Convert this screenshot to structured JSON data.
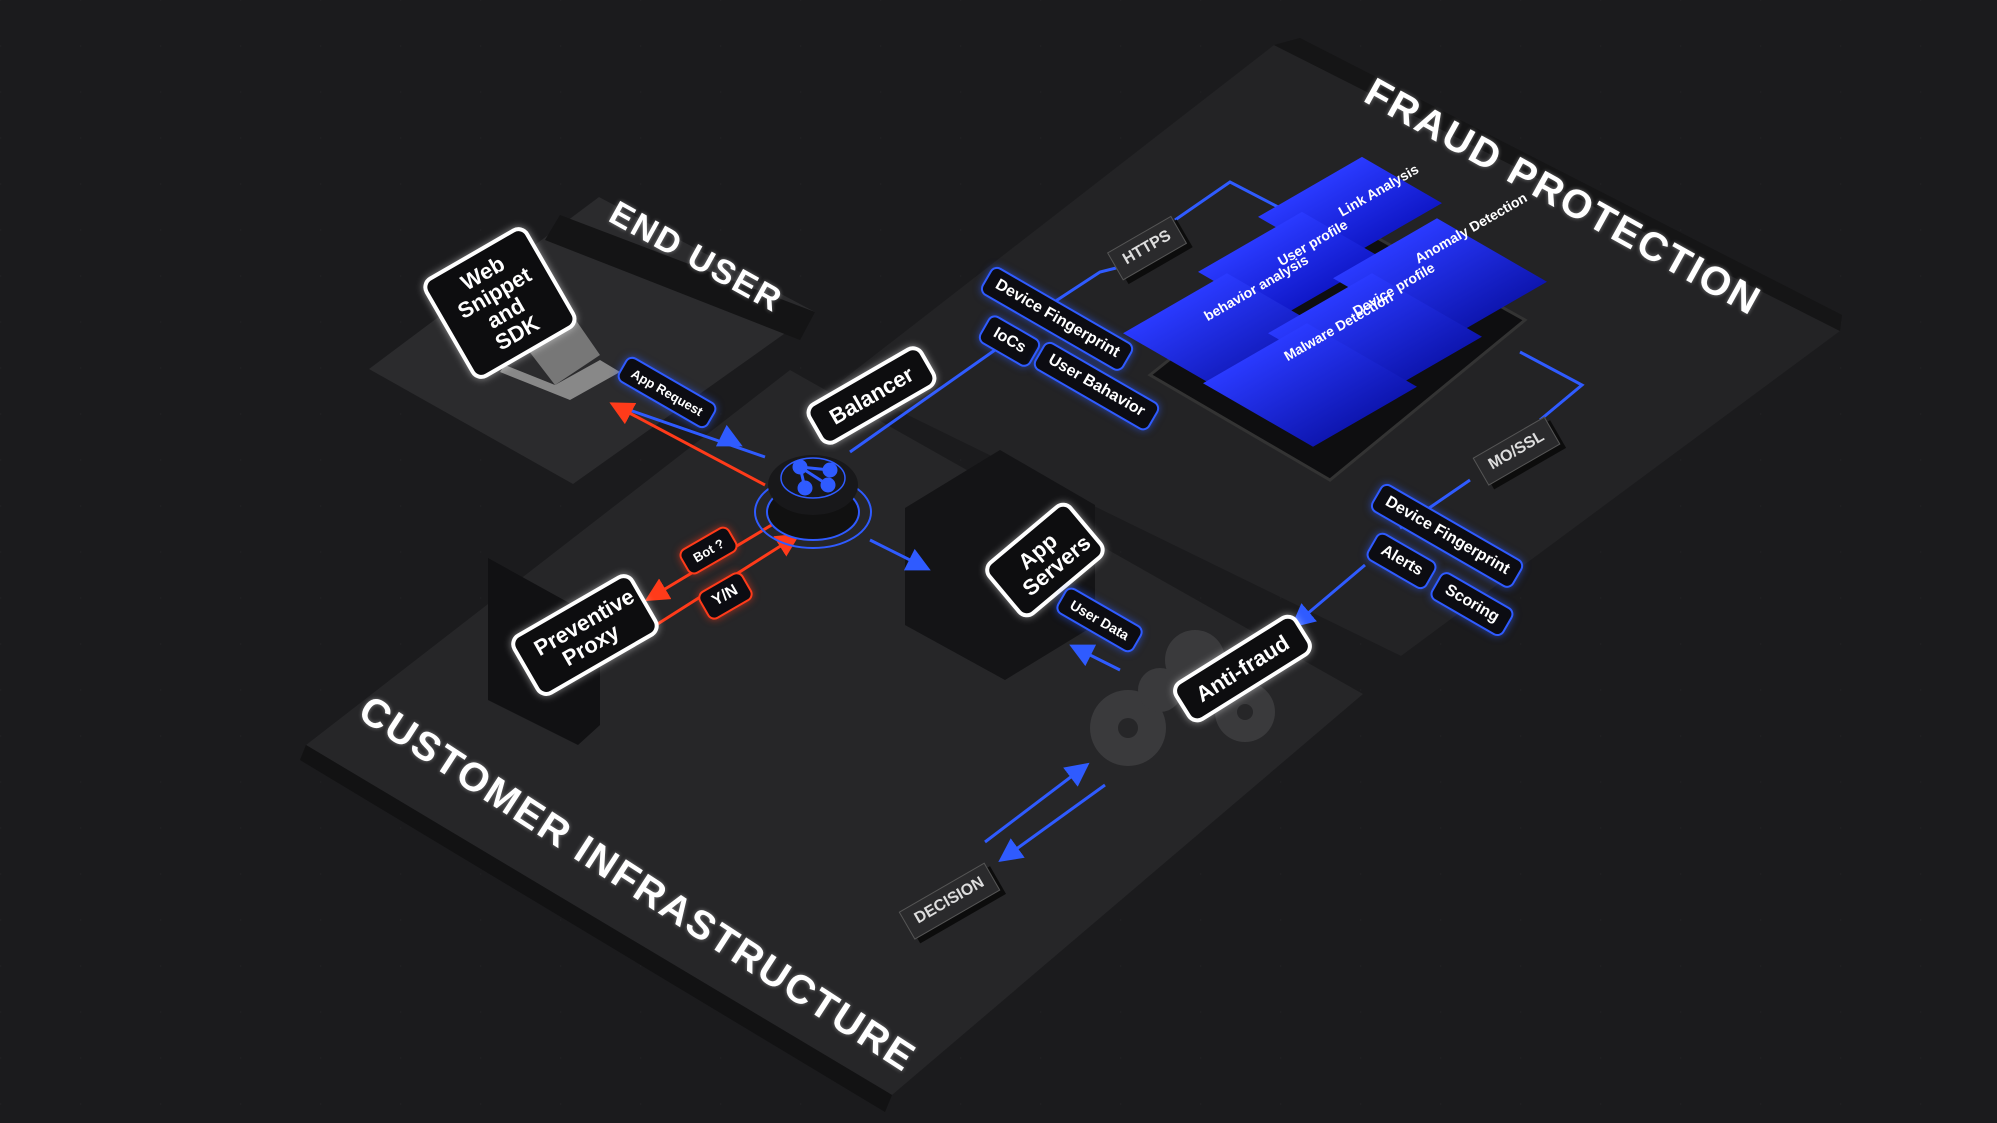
{
  "sections": {
    "fraud_protection": "FRAUD PROTECTION",
    "end_user": "END USER",
    "customer_infrastructure": "CUSTOMER INFRASTRUCTURE"
  },
  "signs": {
    "web_snippet": "Web Snippet and SDK",
    "balancer": "Balancer",
    "preventive_proxy": "Preventive Proxy",
    "app_servers": "App Servers",
    "anti_fraud": "Anti-fraud"
  },
  "tags": {
    "app_request": "App Request",
    "bot": "Bot ?",
    "yn": "Y/N",
    "user_data": "User Data",
    "device_fingerprint_in": "Device Fingerprint",
    "iocs": "IoCs",
    "user_behavior": "User Bahavior",
    "device_fingerprint_out": "Device Fingerprint",
    "alerts": "Alerts",
    "scoring": "Scoring"
  },
  "tiles": {
    "https": "HTTPS",
    "mo_ssl": "MO/SSL",
    "decision": "DECISION"
  },
  "modules": [
    "Link Analysis",
    "User profile",
    "Anomaly Detection",
    "behavior analysis",
    "Device profile",
    "Malware Detection"
  ],
  "colors": {
    "blue": "#2f5bff",
    "red": "#ff3b1a",
    "platform": "#262628"
  }
}
